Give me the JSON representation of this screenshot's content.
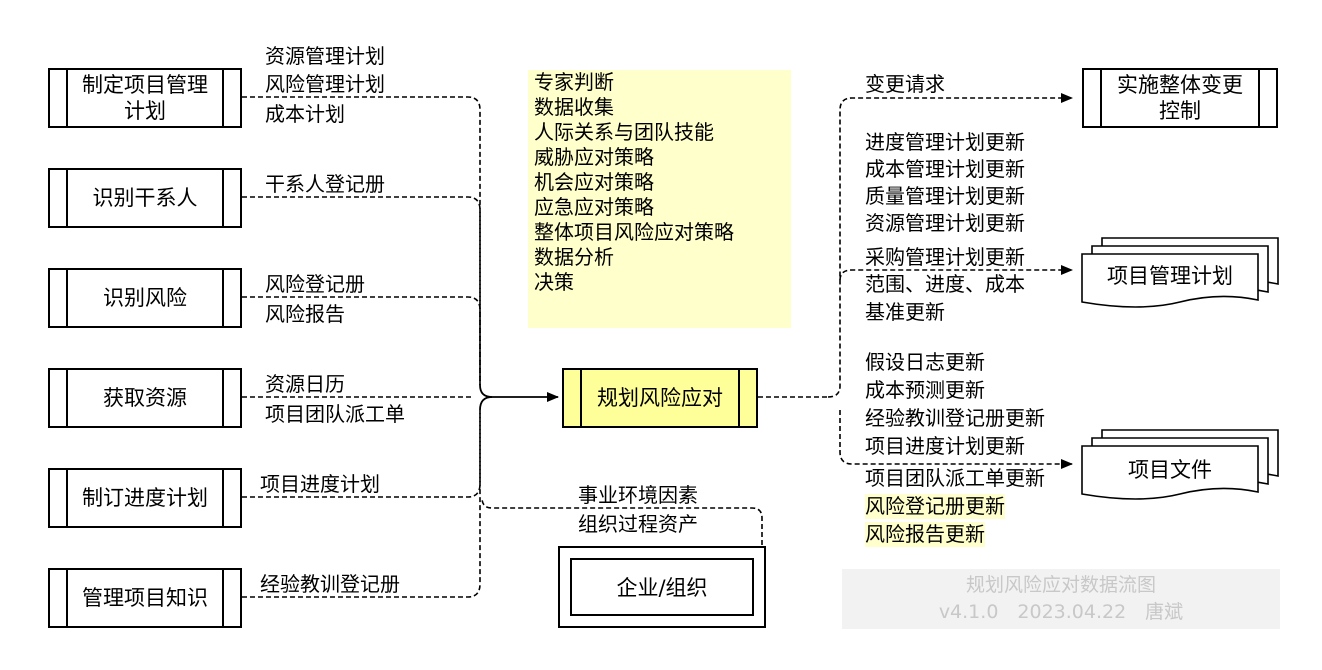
{
  "inputs": {
    "plan_pm": {
      "line1": "制定项目管理",
      "line2": "计划",
      "out1": "资源管理计划",
      "out2": "风险管理计划",
      "out3": "成本计划"
    },
    "stakeholders": {
      "label": "识别干系人",
      "out1": "干系人登记册"
    },
    "identify_risks": {
      "label": "识别风险",
      "out1": "风险登记册",
      "out2": "风险报告"
    },
    "acquire_resources": {
      "label": "获取资源",
      "out1": "资源日历",
      "out2": "项目团队派工单"
    },
    "schedule": {
      "label": "制订进度计划",
      "out1": "项目进度计划"
    },
    "knowledge": {
      "label": "管理项目知识",
      "out1": "经验教训登记册"
    }
  },
  "tools": [
    "专家判断",
    "数据收集",
    "人际关系与团队技能",
    "威胁应对策略",
    "机会应对策略",
    "应急应对策略",
    "整体项目风险应对策略",
    "数据分析",
    "决策"
  ],
  "center": {
    "label": "规划风险应对"
  },
  "enterprise": {
    "label": "企业/组织",
    "out1": "事业环境因素",
    "out2": "组织过程资产"
  },
  "change_control": {
    "line1": "实施整体变更",
    "line2": "控制",
    "flow": "变更请求"
  },
  "pm_plan": {
    "label": "项目管理计划",
    "updates": [
      "进度管理计划更新",
      "成本管理计划更新",
      "质量管理计划更新",
      "资源管理计划更新",
      "采购管理计划更新",
      "范围、进度、成本",
      "基准更新"
    ]
  },
  "project_docs": {
    "label": "项目文件",
    "updates": [
      "假设日志更新",
      "成本预测更新",
      "经验教训登记册更新",
      "项目进度计划更新",
      "项目团队派工单更新"
    ],
    "highlighted_updates": [
      "风险登记册更新",
      "风险报告更新"
    ]
  },
  "watermark": {
    "line1": "规划风险应对数据流图",
    "line2": "v4.1.0　2023.04.22　唐斌"
  },
  "colors": {
    "highlight": "#ffffcc",
    "center_fill": "#ffff99",
    "watermark_bg": "#f2f2f2",
    "watermark_text": "#c8c8c8"
  }
}
